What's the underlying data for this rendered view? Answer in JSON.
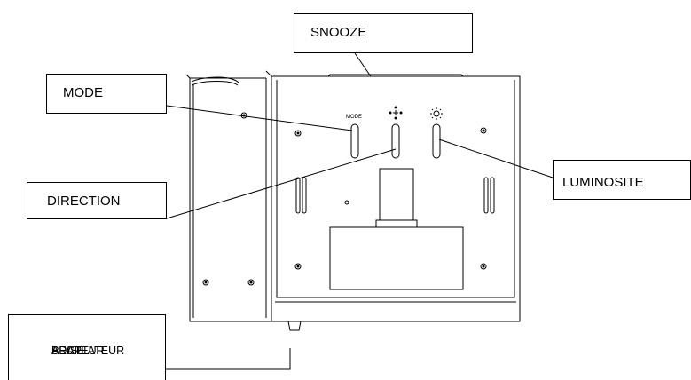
{
  "labels": {
    "snooze": "SNOOZE",
    "mode": "MODE",
    "direction": "DIRECTION",
    "luminosite": "LUMINOSITE",
    "prise_line1": "PRISE",
    "prise_line2": "ADAPTATEUR",
    "prise_line3": "SECTEUR",
    "device_mode": "MODE"
  },
  "icons": {
    "direction": "four-arrows-icon",
    "luminosite": "sun-icon"
  },
  "colors": {
    "line": "#000000",
    "background": "#ffffff"
  }
}
